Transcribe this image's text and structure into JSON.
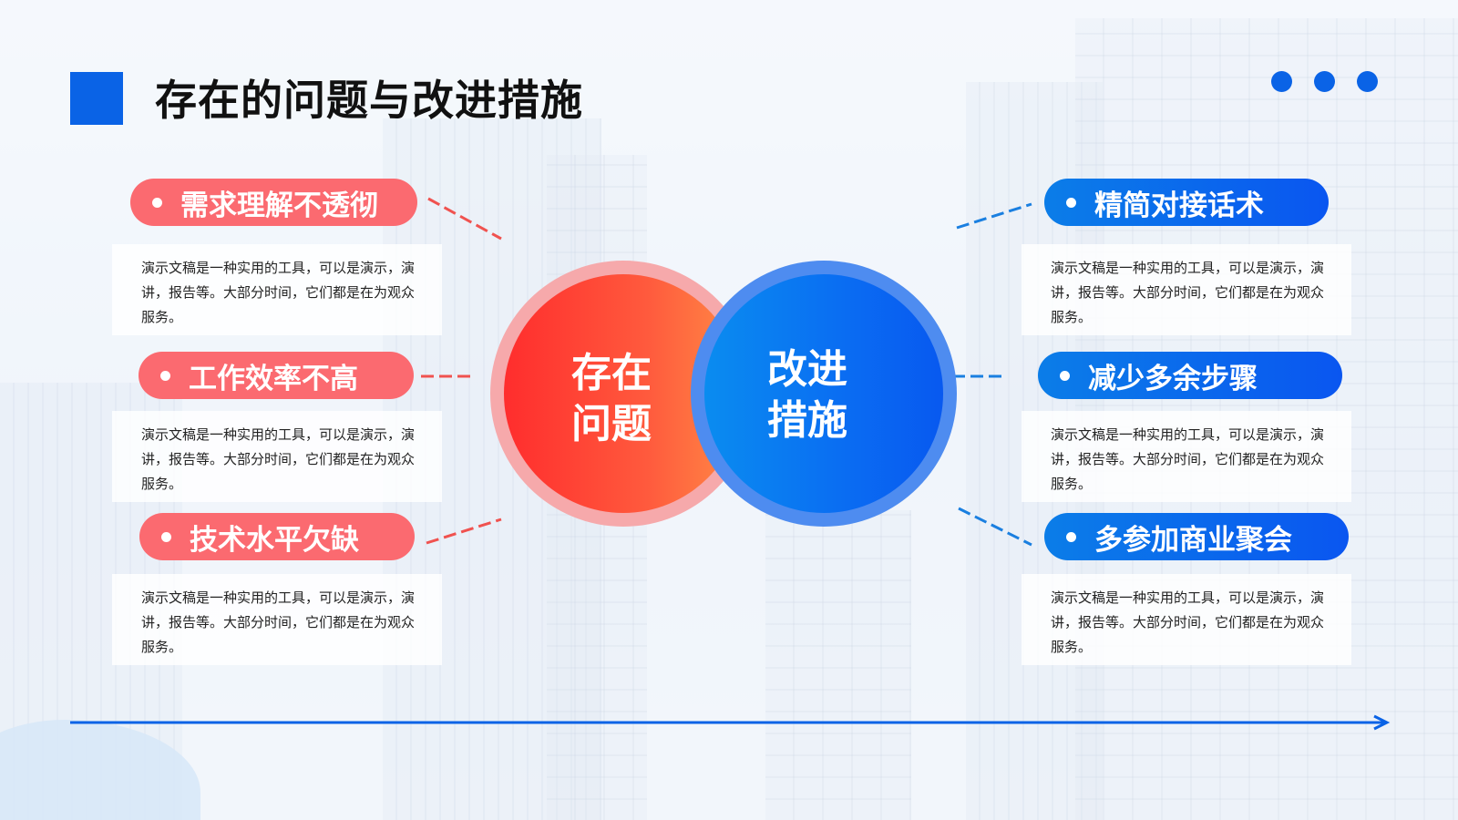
{
  "title": "存在的问题与改进措施",
  "center": {
    "left_circle": "存在\n问题",
    "right_circle": "改进\n措施"
  },
  "problems": [
    {
      "label": "需求理解不透彻",
      "desc": "演示文稿是一种实用的工具，可以是演示，演讲，报告等。大部分时间，它们都是在为观众服务。"
    },
    {
      "label": "工作效率不高",
      "desc": "演示文稿是一种实用的工具，可以是演示，演讲，报告等。大部分时间，它们都是在为观众服务。"
    },
    {
      "label": "技术水平欠缺",
      "desc": "演示文稿是一种实用的工具，可以是演示，演讲，报告等。大部分时间，它们都是在为观众服务。"
    }
  ],
  "measures": [
    {
      "label": "精简对接话术",
      "desc": "演示文稿是一种实用的工具，可以是演示，演讲，报告等。大部分时间，它们都是在为观众服务。"
    },
    {
      "label": "减少多余步骤",
      "desc": "演示文稿是一种实用的工具，可以是演示，演讲，报告等。大部分时间，它们都是在为观众服务。"
    },
    {
      "label": "多参加商业聚会",
      "desc": "演示文稿是一种实用的工具，可以是演示，演讲，报告等。大部分时间，它们都是在为观众服务。"
    }
  ],
  "colors": {
    "accent_blue": "#0a63e6",
    "problem_red": "#fb6a70",
    "measure_blue": "#0a6cf2"
  }
}
